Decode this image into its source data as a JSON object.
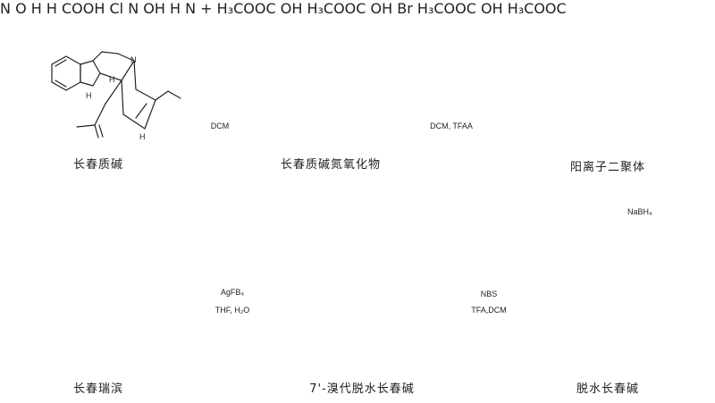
{
  "compounds": {
    "catharanthine": "长春质碱",
    "catharanthine_n_oxide": "长春质碱氮氧化物",
    "cationic_dimer": "阳离子二聚体",
    "anhydrovinblastine": "脱水长春碱",
    "bromo_anhydrovinblastine": "7'-溴代脱水长春碱",
    "vinorelbine": "长春瑞滨"
  },
  "reagents": {
    "step1": "DCM",
    "step2": "DCM, TFAA",
    "step3": "NaBH₄",
    "step4_top": "NBS",
    "step4_bottom": "TFA,DCM",
    "step5_top": "AgFB₄",
    "step5_bottom": "THF, H₂O"
  },
  "atom_labels": {
    "cooh": "COOH",
    "cl": "Cl",
    "n": "N",
    "nh_h": "H",
    "h": "H",
    "o_ox": "O",
    "n_plus": "N",
    "plus": "+",
    "oh": "OH",
    "br": "Br",
    "h3cooc": "H₃COOC"
  }
}
